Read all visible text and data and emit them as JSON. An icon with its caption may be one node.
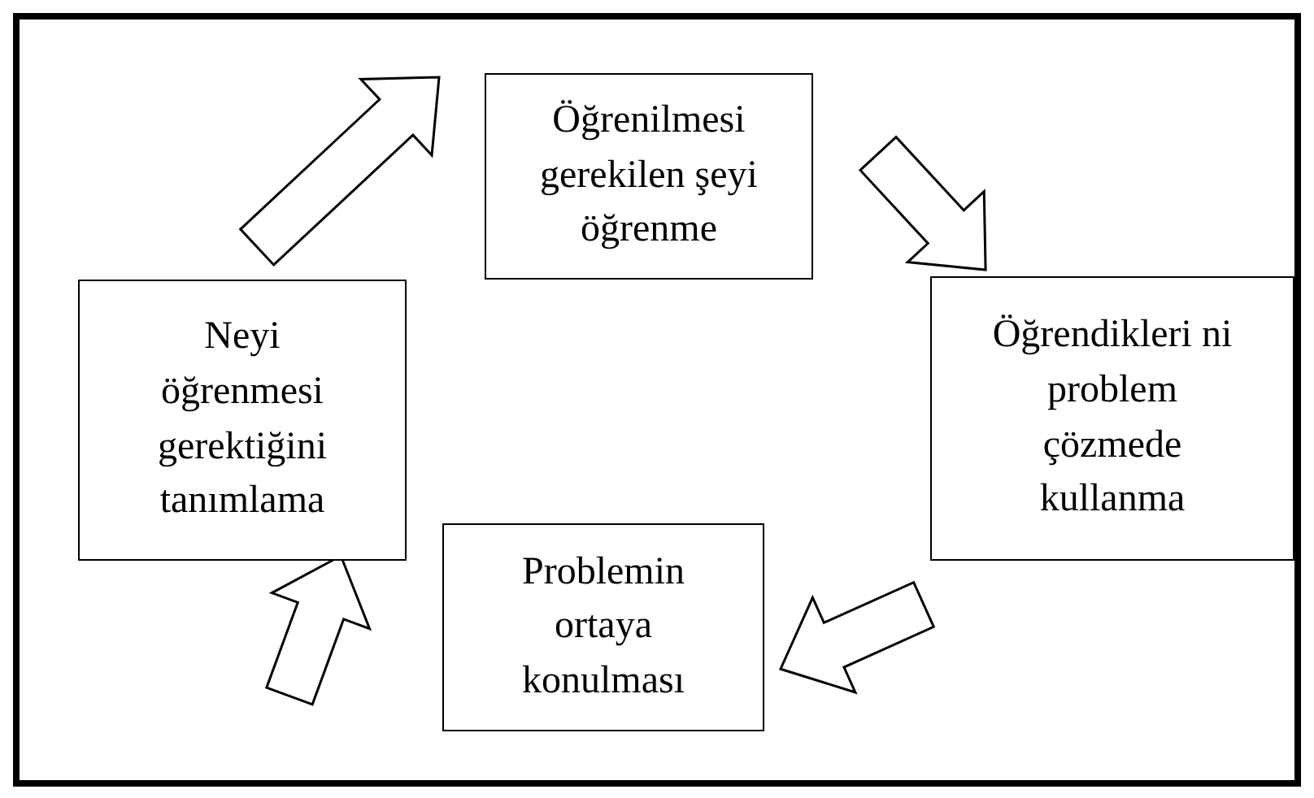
{
  "diagram": {
    "nodes": [
      {
        "text": [
          "Öğrenilmesi gerekilen şeyi öğrenme"
        ]
      },
      {
        "text": [
          "Öğrendikleri ni problem çözmede kullanma"
        ]
      },
      {
        "text": [
          "Problemin ortaya konulması"
        ]
      },
      {
        "text": [
          "Neyi öğrenmesi gerektiğini tanımlama"
        ]
      }
    ],
    "edges": [
      {
        "from": 0,
        "to": 1,
        "arrow": "to"
      },
      {
        "from": 1,
        "to": 2,
        "arrow": "to"
      },
      {
        "from": 2,
        "to": 3,
        "arrow": "to"
      },
      {
        "from": 3,
        "to": 0,
        "arrow": "to"
      }
    ]
  }
}
